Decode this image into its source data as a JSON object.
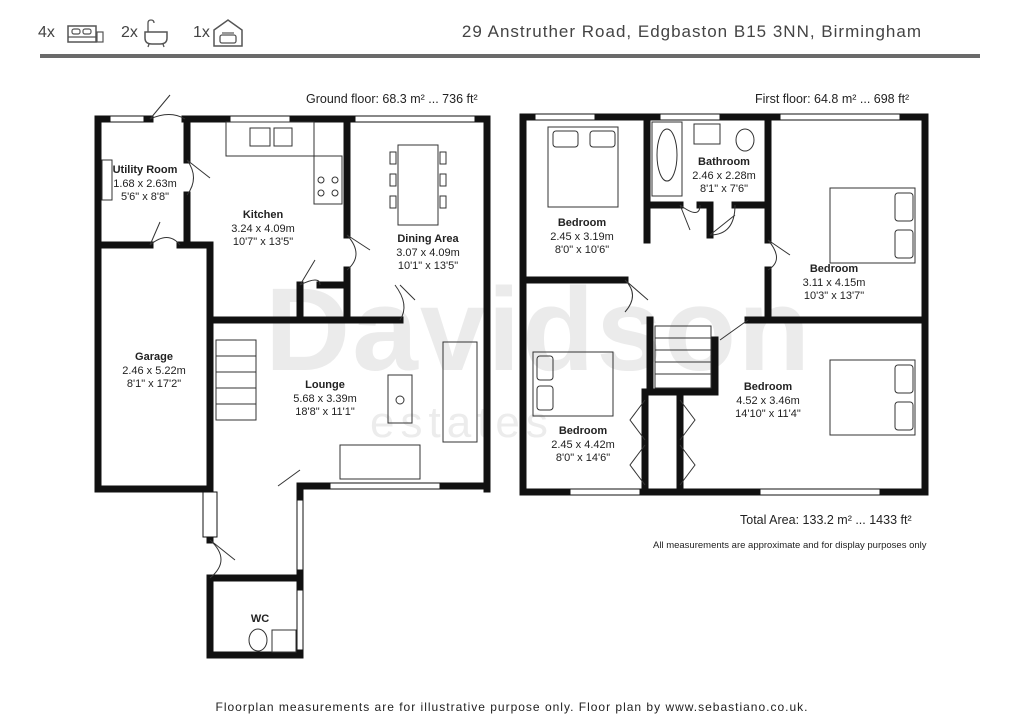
{
  "header": {
    "bedrooms_count": "4x",
    "bathrooms_count": "2x",
    "garage_count": "1x",
    "address": "29 Anstruther Road, Edgbaston B15 3NN, Birmingham"
  },
  "watermark": {
    "brand": "Davidson",
    "sub": "estates"
  },
  "ground_floor": {
    "label": "Ground floor: 68.3 m² ... 736 ft²",
    "rooms": [
      {
        "name": "Utility Room",
        "metric": "1.68 x 2.63m",
        "imperial": "5'6\" x 8'8\""
      },
      {
        "name": "Kitchen",
        "metric": "3.24 x 4.09m",
        "imperial": "10'7\" x 13'5\""
      },
      {
        "name": "Dining Area",
        "metric": "3.07 x 4.09m",
        "imperial": "10'1\" x 13'5\""
      },
      {
        "name": "Garage",
        "metric": "2.46 x 5.22m",
        "imperial": "8'1\" x 17'2\""
      },
      {
        "name": "Lounge",
        "metric": "5.68 x 3.39m",
        "imperial": "18'8\" x 11'1\""
      },
      {
        "name": "WC"
      }
    ]
  },
  "first_floor": {
    "label": "First floor: 64.8 m² ... 698 ft²",
    "rooms": [
      {
        "name": "Bathroom",
        "metric": "2.46 x 2.28m",
        "imperial": "8'1\" x 7'6\""
      },
      {
        "name": "Bedroom",
        "metric": "2.45 x 3.19m",
        "imperial": "8'0\" x 10'6\""
      },
      {
        "name": "Bedroom",
        "metric": "3.11 x 4.15m",
        "imperial": "10'3\" x 13'7\""
      },
      {
        "name": "Bedroom",
        "metric": "4.52 x 3.46m",
        "imperial": "14'10\" x 11'4\""
      },
      {
        "name": "Bedroom",
        "metric": "2.45 x 4.42m",
        "imperial": "8'0\" x 14'6\""
      }
    ]
  },
  "totals": {
    "total_area": "Total Area: 133.2 m² ... 1433 ft²",
    "disclaimer": "All measurements are approximate and for display purposes only"
  },
  "footer": {
    "text": "Floorplan measurements are for illustrative purpose only. Floor plan by www.sebastiano.co.uk."
  },
  "colors": {
    "wall": "#111111",
    "header_rule": "#6a6a6a",
    "watermark": "#ebebeb"
  }
}
